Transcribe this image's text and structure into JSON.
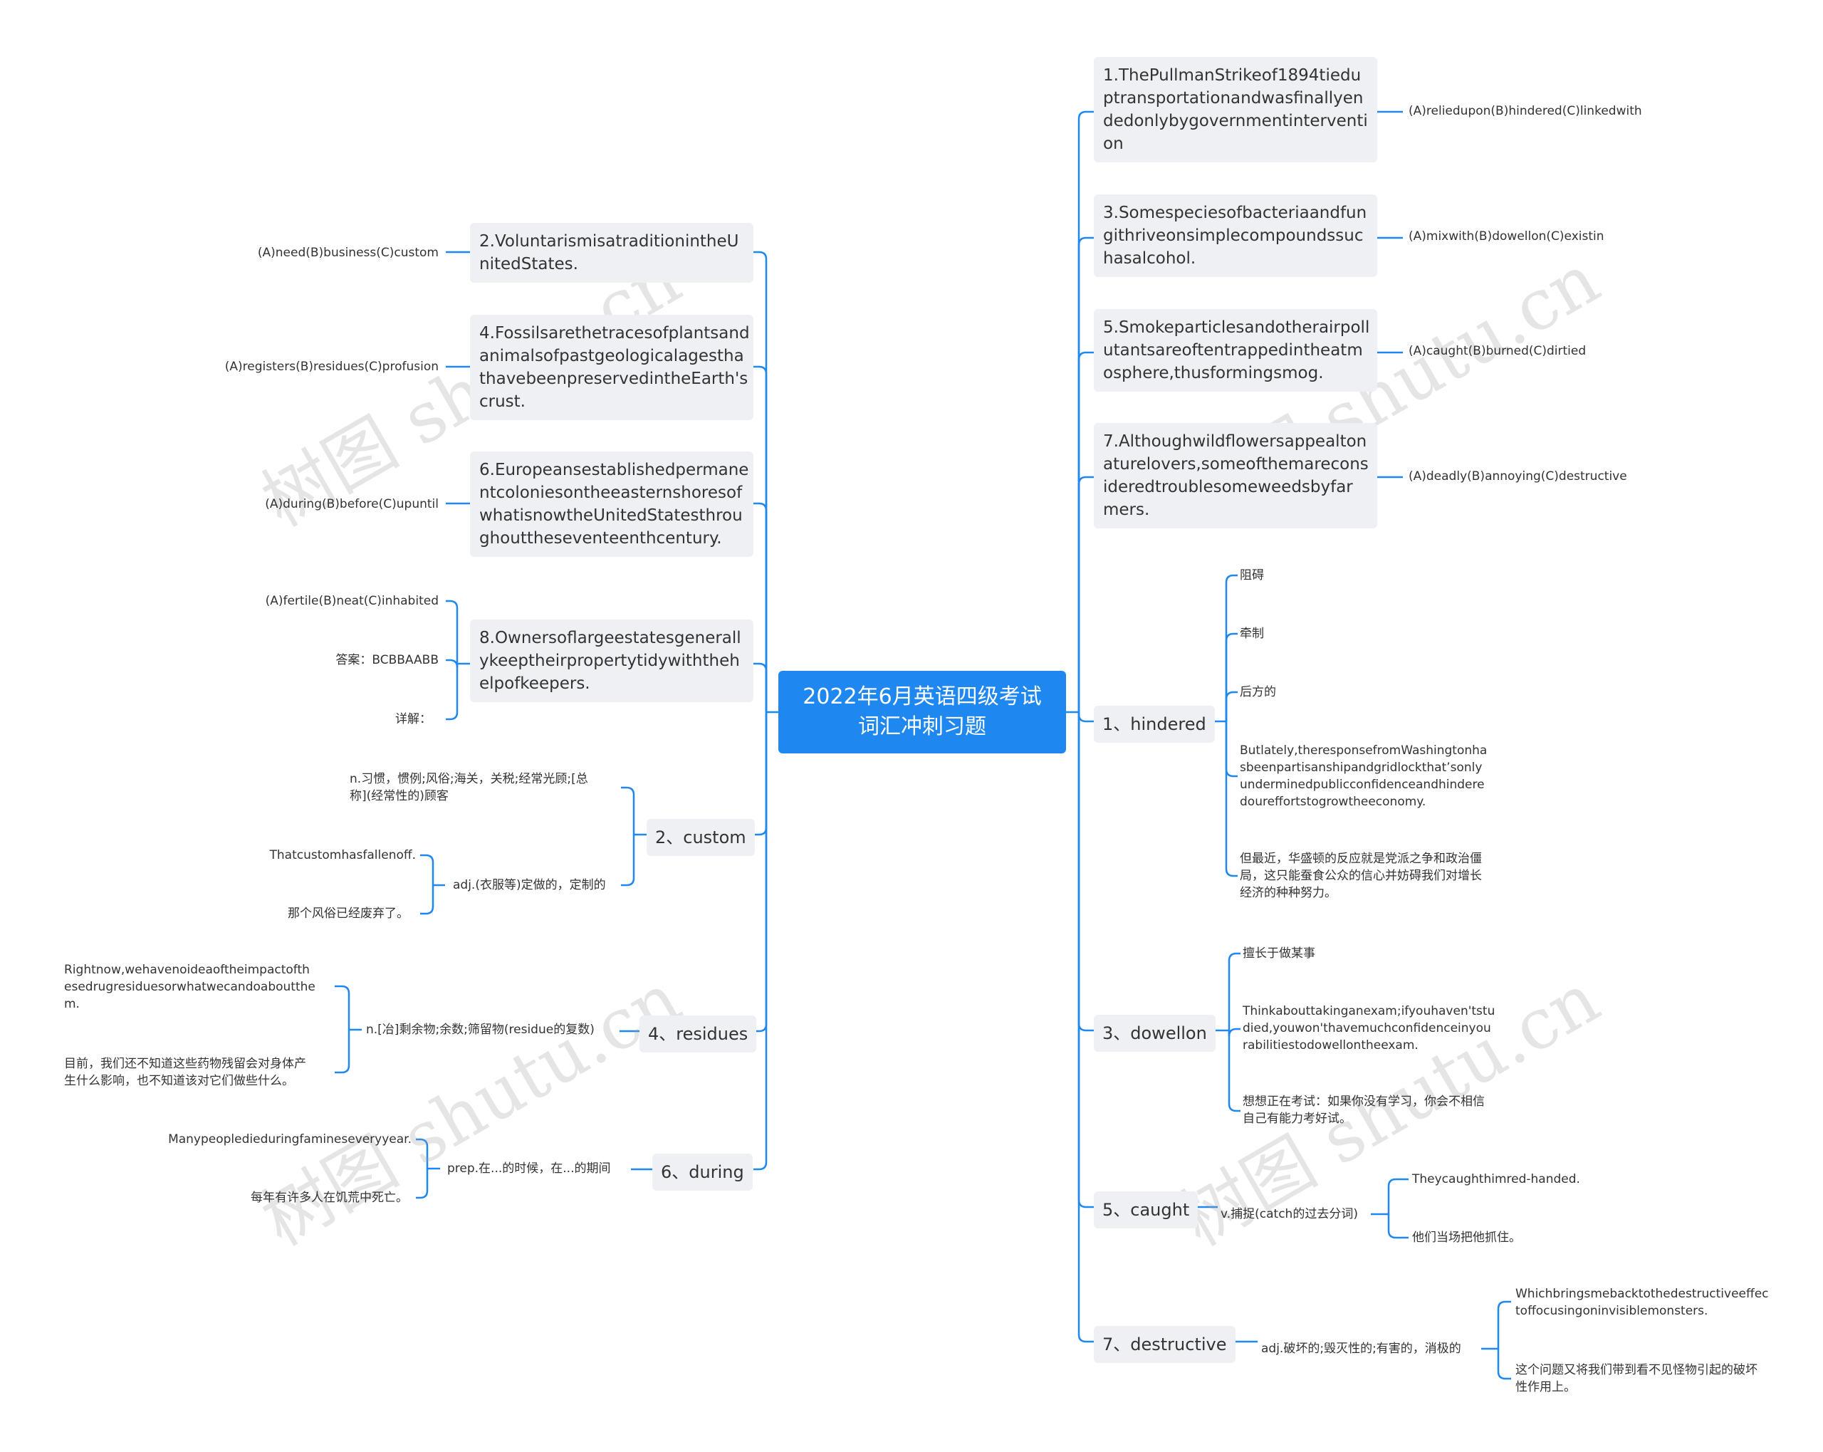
{
  "root": {
    "title_lines": [
      "2022年6月英语四级考试",
      "词汇冲刺习题"
    ]
  },
  "right": {
    "q1": {
      "lines": [
        "1.ThePullmanStrikeof1894tiedu",
        "ptransportationandwasfinallyen",
        "dedonlybygovernmentinterventi",
        "on"
      ],
      "options": "(A)reliedupon(B)hindered(C)linkedwith"
    },
    "q3": {
      "lines": [
        "3.Somespeciesofbacteriaandfun",
        "githriveonsimplecompoundssuc",
        "hasalcohol."
      ],
      "options": "(A)mixwith(B)dowellon(C)existin"
    },
    "q5": {
      "lines": [
        "5.Smokeparticlesandotherairpoll",
        "utantsareoftentrappedintheatm",
        "osphere,thusformingsmog."
      ],
      "options": "(A)caught(B)burned(C)dirtied"
    },
    "q7": {
      "lines": [
        "7.Althoughwildflowersappealton",
        "aturelovers,someofthemarecons",
        "ideredtroublesomeweedsbyfar",
        "mers."
      ],
      "options": "(A)deadly(B)annoying(C)destructive"
    },
    "hindered": {
      "label": "1、hindered",
      "meanings": [
        "阻碍",
        "牵制",
        "后方的"
      ],
      "example_en": [
        "Butlately,theresponsefromWashingtonha",
        "sbeenpartisanshipandgridlockthat’sonly",
        "underminedpublicconfidenceandhindere",
        "doureffortstogrowtheeconomy."
      ],
      "example_zh": [
        "但最近，华盛顿的反应就是党派之争和政治僵",
        "局，这只能蚕食公众的信心并妨碍我们对增长",
        "经济的种种努力。"
      ]
    },
    "dowellon": {
      "label": "3、dowellon",
      "meaning": "擅长于做某事",
      "example_en": [
        "Thinkabouttakinganexam;ifyouhaven'tstu",
        "died,youwon'thavemuchconfidenceinyou",
        "rabilitiestodowellontheexam."
      ],
      "example_zh": [
        "想想正在考试：如果你没有学习，你会不相信",
        "自己有能力考好试。"
      ]
    },
    "caught": {
      "label": "5、caught",
      "meaning": "v.捕捉(catch的过去分词)",
      "example_en": "Theycaughthimred-handed.",
      "example_zh": "他们当场把他抓住。"
    },
    "destructive": {
      "label": "7、destructive",
      "meaning": "adj.破坏的;毁灭性的;有害的，消极的",
      "example_en": [
        "Whichbringsmebacktothedestructiveeffec",
        "toffocusingoninvisiblemonsters."
      ],
      "example_zh": [
        "这个问题又将我们带到看不见怪物引起的破坏",
        "性作用上。"
      ]
    }
  },
  "left": {
    "q2": {
      "lines": [
        "2.VoluntarismisatraditionintheU",
        "nitedStates."
      ],
      "options": "(A)need(B)business(C)custom"
    },
    "q4": {
      "lines": [
        "4.Fossilsarethetracesofplantsand",
        "animalsofpastgeologicalagestha",
        "thavebeenpreservedintheEarth's",
        "crust."
      ],
      "options": "(A)registers(B)residues(C)profusion"
    },
    "q6": {
      "lines": [
        "6.Europeansestablishedpermane",
        "ntcoloniesontheeasternshoresof",
        "whatisnowtheUnitedStatesthrou",
        "ghouttheseventeenthcentury."
      ],
      "options": "(A)during(B)before(C)upuntil"
    },
    "q8": {
      "lines": [
        "8.Ownersoflargeestatesgenerall",
        "ykeeptheirpropertytidywiththeh",
        "elpofkeepers."
      ],
      "options": "(A)fertile(B)neat(C)inhabited",
      "answer": "答案：BCBBAABB",
      "detail": "详解："
    },
    "custom": {
      "label": "2、custom",
      "meaning1": [
        "n.习惯，惯例;风俗;海关，关税;经常光顾;[总",
        "称](经常性的)顾客"
      ],
      "meaning2": "adj.(衣服等)定做的，定制的",
      "example_en": "Thatcustomhasfallenoff.",
      "example_zh": "那个风俗已经废弃了。"
    },
    "residues": {
      "label": "4、residues",
      "meaning": "n.[冶]剩余物;余数;筛留物(residue的复数)",
      "example_en": [
        "Rightnow,wehavenoideaoftheimpactofth",
        "esedrugresiduesorwhatwecandoaboutthe",
        "m."
      ],
      "example_zh": [
        "目前，我们还不知道这些药物残留会对身体产",
        "生什么影响，也不知道该对它们做些什么。"
      ]
    },
    "during": {
      "label": "6、during",
      "meaning": "prep.在...的时候，在...的期间",
      "example_en": "Manypeopledieduringfamineseveryyear.",
      "example_zh": "每年有许多人在饥荒中死亡。"
    }
  },
  "watermark": "树图 shutu.cn",
  "colors": {
    "root_bg": "#1e87f0",
    "line": "#1e87f0",
    "node_bg": "#eef0f3"
  }
}
